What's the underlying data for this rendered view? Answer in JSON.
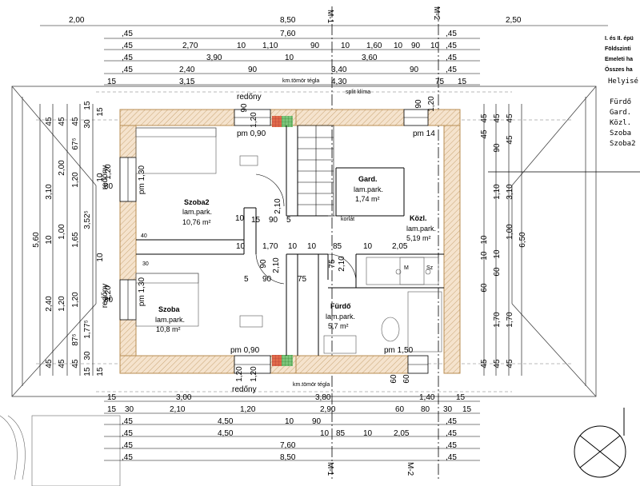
{
  "top_dims": {
    "row1": [
      "2,00",
      "8,50",
      "2,50"
    ],
    "row2": [
      ",45",
      "7,60",
      ",45"
    ],
    "row3": [
      ",45",
      "2,70",
      "10",
      "1,10",
      "90",
      "10",
      "1,60",
      "10",
      "90",
      "10",
      ",45"
    ],
    "row4": [
      ",45",
      "3,90",
      "10",
      "3,60",
      ",45"
    ],
    "row5": [
      ",45",
      "2,40",
      "90",
      "3,40",
      "90",
      ",45"
    ],
    "row6": [
      "15",
      "3,15",
      "4,30",
      "75",
      "15"
    ]
  },
  "bottom_dims": {
    "row1": [
      "15",
      "3,00",
      "3,80",
      "1,40",
      "15"
    ],
    "row2": [
      "15",
      "30",
      "2,10",
      "1,20",
      "2,90",
      "60",
      "80",
      "30",
      "15"
    ],
    "row3": [
      ",45",
      "4,50",
      "10",
      "90",
      ",45"
    ],
    "row4": [
      ",45",
      "4,50",
      "10",
      "85",
      "10",
      "2,05",
      ",45"
    ],
    "row5": [
      ",45",
      "7,60",
      ",45"
    ],
    "row6": [
      ",45",
      "8,50",
      ",45"
    ]
  },
  "left_dims": {
    "outer": [
      "5,60"
    ],
    "col2": [
      "45",
      "3,10",
      "10",
      "2,40",
      "45"
    ],
    "col3": [
      "45",
      "2,00",
      "1,00",
      "1,20",
      "45"
    ],
    "col4": [
      "45",
      "67⁵",
      "1,20",
      "1,65",
      "1,20",
      "87⁵",
      "45"
    ],
    "col5": [
      "30",
      "15",
      "3,52⁵",
      "1,77⁵",
      "15",
      "30"
    ],
    "col6": [
      "15",
      "10",
      "10",
      "15"
    ]
  },
  "right_dims": {
    "outer": [
      "6,50"
    ],
    "col1": [
      "45",
      "45",
      "3,10",
      "1,00",
      "1,70",
      "45"
    ],
    "col2": [
      "45",
      "90",
      "1,10",
      "10",
      "60",
      "1,70",
      "45"
    ],
    "col3": [
      "45",
      "45",
      "10",
      "10",
      "60",
      "45"
    ]
  },
  "interior_dims": [
    "pm 0,90",
    "pm 0,90",
    "pm 1,30",
    "pm 1,30",
    "pm 14",
    "pm 1,50",
    "2,10",
    "2,10",
    "2,10",
    "15",
    "90",
    "5",
    "10",
    "1,70",
    "10",
    "85",
    "10",
    "2,05",
    "90",
    "5",
    "90",
    "75",
    "75",
    "1,20",
    "1,20",
    "1,20",
    "1,20",
    "60",
    "60",
    "90",
    "1,20",
    "90",
    "1,20",
    "80",
    "80",
    "40",
    "30",
    "10",
    "10"
  ],
  "labels": {
    "redony_top": "redőny",
    "redony_bottom": "redőny",
    "redony_left1": "redőny",
    "redony_left2": "redőny",
    "km_tomor_top": "km.tömör tégla",
    "km_tomor_bottom": "km.tömör tégla",
    "split_klima": "split klíma",
    "korlat": "korlát",
    "section_top_left": "M-1",
    "section_top_right": "M-2",
    "section_bottom_left": "M-1",
    "section_bottom_right": "M-2",
    "fridge_m": "M",
    "fridge_sz": "Sz"
  },
  "rooms": [
    {
      "name": "Szoba2",
      "floor": "lam.park.",
      "area": "10,76 m²"
    },
    {
      "name": "Gard.",
      "floor": "lam.park.",
      "area": "1,74 m²"
    },
    {
      "name": "Közl.",
      "floor": "lam.park.",
      "area": "5,19 m²"
    },
    {
      "name": "Szoba",
      "floor": "lam.park.",
      "area": "10,8 m²"
    },
    {
      "name": "Fürdő",
      "floor": "lam.park.",
      "area": "5,7 m²"
    }
  ],
  "legend": {
    "title": "I. és II. épü",
    "rows": [
      "Földszinti",
      "Emeleti ha",
      "Összes ha"
    ],
    "header": "Helyisé",
    "items": [
      "Fürdő",
      "Gard.",
      "Közl.",
      "Szoba",
      "Szoba2"
    ]
  },
  "colors": {
    "wall_fill": "#f3dcc2",
    "wall_stroke": "#c39a5e",
    "chimney_red": "#d9503f",
    "chimney_green": "#59b25a",
    "line": "#000000"
  }
}
